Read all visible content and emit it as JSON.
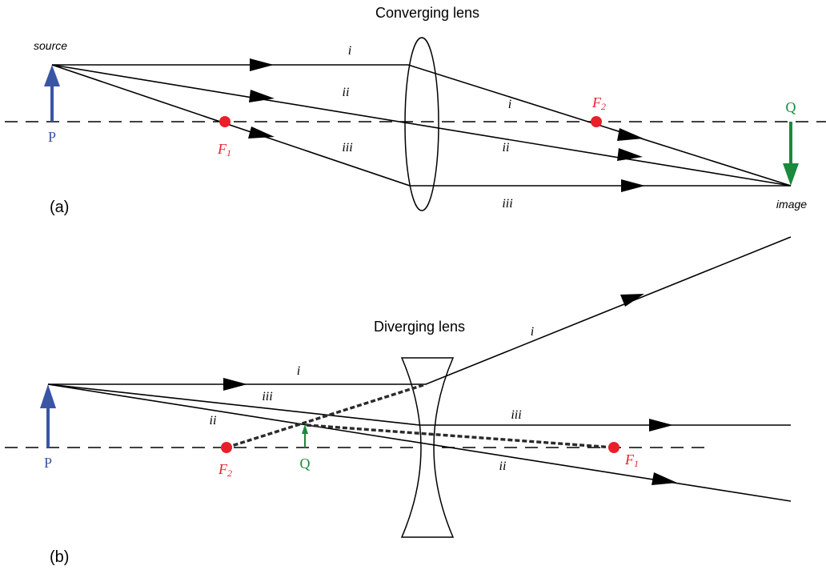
{
  "panel_a": {
    "title": "Converging lens",
    "tag": "(a)",
    "source_label": "source",
    "image_label": "image",
    "object_label": "P",
    "image_point_label": "Q",
    "focus1": {
      "letter": "F",
      "sub": "1"
    },
    "focus2": {
      "letter": "F",
      "sub": "2"
    },
    "ray_labels": {
      "i": "i",
      "ii": "ii",
      "iii": "iii"
    }
  },
  "panel_b": {
    "title": "Diverging lens",
    "tag": "(b)",
    "object_label": "P",
    "image_point_label": "Q",
    "focus1": {
      "letter": "F",
      "sub": "1"
    },
    "focus2": {
      "letter": "F",
      "sub": "2"
    },
    "ray_labels": {
      "i": "i",
      "ii": "ii",
      "iii": "iii"
    }
  },
  "colors": {
    "object_arrow": "#3a55a4",
    "image_arrow": "#1a8a3c",
    "focal_point": "#e8202a",
    "ray": "#000000"
  }
}
